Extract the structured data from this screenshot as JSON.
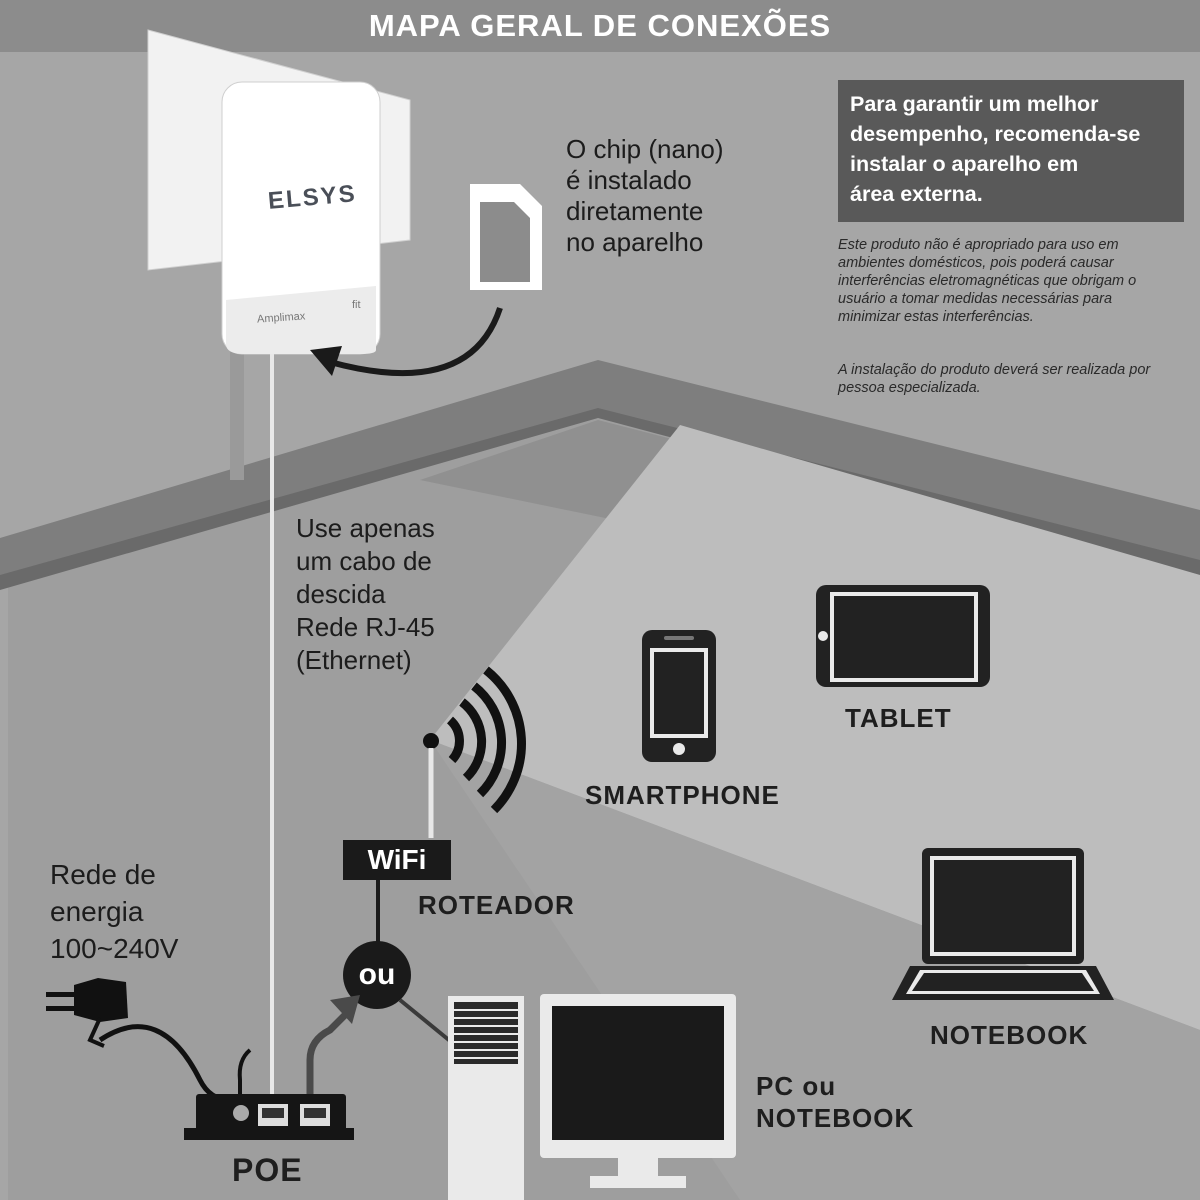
{
  "title": "MAPA GERAL DE CONEXÕES",
  "chip_note": "O chip (nano)\né instalado\ndiretamente\nno aparelho",
  "recommendation": "Para garantir um melhor\ndesempenho, recomenda-se\ninstalar o aparelho em\nárea externa.",
  "warning_1": "Este produto não é apropriado para uso em ambientes domésticos, pois poderá causar interferências eletromagnéticas que obrigam o usuário a tomar medidas necessárias para minimizar estas interferências.",
  "warning_2": "A instalação do produto deverá ser realizada por pessoa especializada.",
  "cable_note": "Use apenas\num cabo de\ndescida\nRede RJ-45\n(Ethernet)",
  "energy_note": "Rede de\nenergia\n100~240V",
  "device": {
    "brand": "ELSYS",
    "model_prefix": "Amplimax",
    "model_suffix": "fit"
  },
  "labels": {
    "wifi": "WiFi",
    "router": "ROTEADOR",
    "or": "ou",
    "poe": "POE",
    "smartphone": "SMARTPHONE",
    "tablet": "TABLET",
    "notebook": "NOTEBOOK",
    "pc_or_notebook": "PC ou\nNOTEBOOK"
  },
  "colors": {
    "background": "#a6a6a6",
    "roof": "#7d7d7d",
    "wall": "#9c9c9c",
    "wifi_beam": "#b9b9b9",
    "device_dark": "#222222",
    "recommendation_box": "#595959"
  }
}
